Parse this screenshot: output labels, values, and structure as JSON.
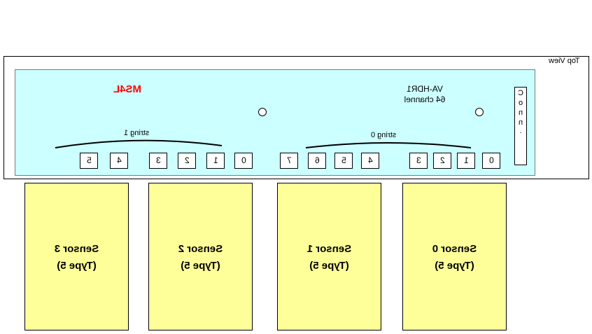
{
  "view_label": "Top View",
  "device": {
    "title": "MS4L",
    "model": "VA-HDR1",
    "channels": "64 channel",
    "title_color": "#ff0000",
    "board_color": "#ccffff"
  },
  "connector": {
    "letters": [
      "C",
      "o",
      "n",
      "n",
      "."
    ]
  },
  "strings": [
    {
      "label": "string 0"
    },
    {
      "label": "string 1"
    }
  ],
  "ports": [
    "0",
    "1",
    "2",
    "3",
    "4",
    "5",
    "6",
    "7",
    "0",
    "1",
    "2",
    "3",
    "4",
    "5"
  ],
  "sensors": [
    {
      "name": "Sensor 0",
      "type": "(Type 5)"
    },
    {
      "name": "Sensor 1",
      "type": "(Type 5)"
    },
    {
      "name": "Sensor 2",
      "type": "(Type 5)"
    },
    {
      "name": "Sensor 3",
      "type": "(Type 5)"
    }
  ],
  "sensor_color": "#ffff99"
}
